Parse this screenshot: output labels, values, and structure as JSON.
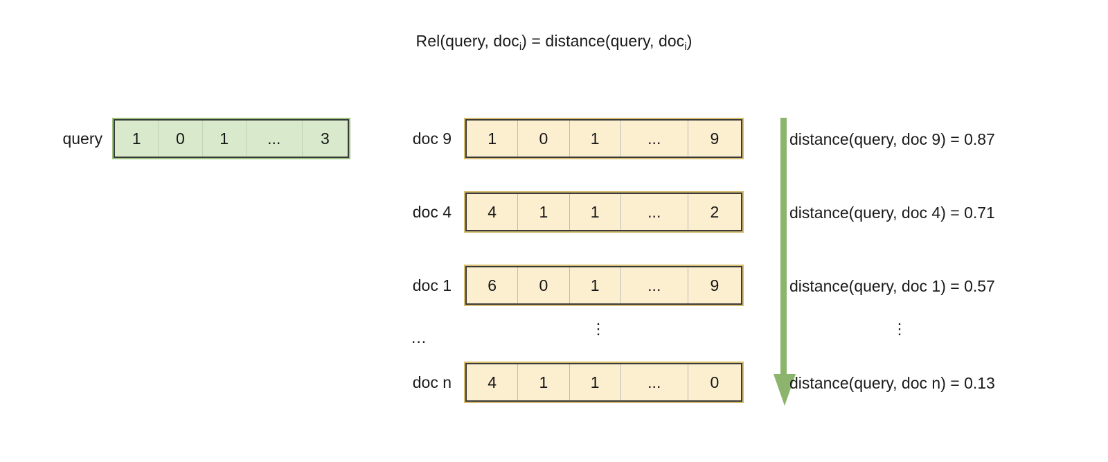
{
  "title": {
    "prefix": "Rel(query, doc",
    "sub1": "i",
    "mid": ") = distance(query, doc",
    "sub2": "i",
    "suffix": ")"
  },
  "query_row": {
    "label": "query",
    "cells": [
      "1",
      "0",
      "1",
      "...",
      "3"
    ]
  },
  "doc_rows": [
    {
      "label": "doc 9",
      "cells": [
        "1",
        "0",
        "1",
        "...",
        "9"
      ],
      "distance": "distance(query, doc 9) = 0.87"
    },
    {
      "label": "doc 4",
      "cells": [
        "4",
        "1",
        "1",
        "...",
        "2"
      ],
      "distance": "distance(query, doc 4) = 0.71"
    },
    {
      "label": "doc 1",
      "cells": [
        "6",
        "0",
        "1",
        "...",
        "9"
      ],
      "distance": "distance(query, doc 1) = 0.57"
    },
    {
      "label": "doc n",
      "cells": [
        "4",
        "1",
        "1",
        "...",
        "0"
      ],
      "distance": "distance(query, doc n) = 0.13"
    }
  ],
  "ellipses": {
    "label_gap": "...",
    "rows_gap": "⋮",
    "distance_gap": "⋮"
  },
  "colors": {
    "query_fill": "#d8e9cc",
    "query_border": "#9cc27f",
    "doc_fill": "#fcefd0",
    "doc_border": "#d6bc6e",
    "inner_border": "#3a3a3a",
    "arrow": "#8cb46c",
    "background": "#ffffff",
    "text": "#1a1a1a"
  },
  "arrow": {
    "name": "ranking-direction-arrow",
    "direction": "down"
  }
}
